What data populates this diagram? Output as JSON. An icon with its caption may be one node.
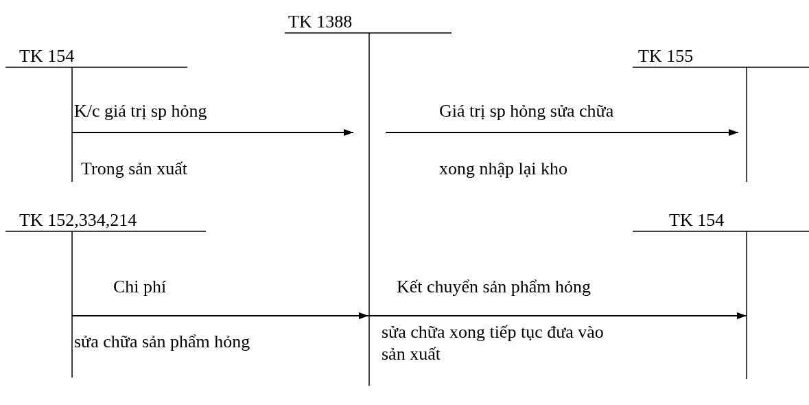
{
  "diagram": {
    "nodes": [
      {
        "text": [
          "TK 154"
        ]
      },
      {
        "text": [
          "TK 1388"
        ]
      },
      {
        "text": [
          "TK 155"
        ]
      },
      {
        "text": [
          "TK 152,334,214"
        ]
      },
      {
        "text": [
          "TK 154"
        ]
      }
    ],
    "edges": [
      {
        "from": 0,
        "to": 1,
        "arrow": "to",
        "label": "K/c giá trị sp hỏng"
      },
      {
        "from": 1,
        "to": 2,
        "arrow": "to",
        "label": "Giá trị sp hỏng sửa chữa"
      },
      {
        "from": 3,
        "to": 1,
        "arrow": "to",
        "label": "Chi phí"
      },
      {
        "from": 1,
        "to": 4,
        "arrow": "to",
        "label": "Kết chuyển sản phẩm hỏng"
      }
    ],
    "labels": [
      "Trong sản xuất",
      "xong nhập lại kho",
      "sửa chữa sản phẩm hỏng",
      "sửa chữa xong tiếp tục đưa vào sản xuất"
    ]
  }
}
